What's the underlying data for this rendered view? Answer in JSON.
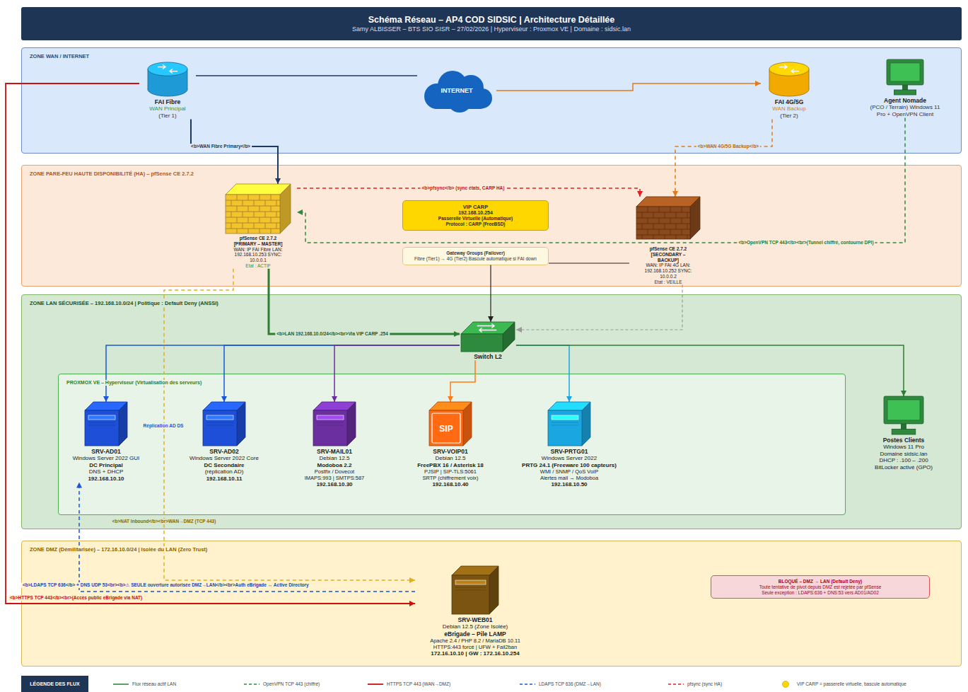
{
  "diagram": {
    "title": "Schéma Réseau – AP4 COD SIDSIC | Architecture Détaillée",
    "caption": "Samy ALBISSER – BTS SIO SISR – 27/02/2026 | Hyperviseur : Proxmox VE | Domaine : sidsic.lan",
    "nodes": [
      {
        "text": [
          "ZONE WAN / INTERNET"
        ]
      },
      {
        "text": [
          "FAI Fibre",
          "WAN Principal",
          "(Tier 1)"
        ],
        "in": 0
      },
      {
        "text": [
          "INTERNET"
        ],
        "in": 0
      },
      {
        "text": [
          "FAI 4G/5G",
          "WAN Backup",
          "(Tier 2)"
        ],
        "in": 0
      },
      {
        "text": [
          "Agent Nomade",
          "(PCO / Terrain) Windows 11 Pro + OpenVPN Client"
        ],
        "in": 0
      },
      {
        "text": [
          "ZONE PARE-FEU HAUTE DISPONIBILITÉ (HA) – pfSense CE 2.7.2"
        ]
      },
      {
        "text": [
          "pfSense CE 2.7.2 [PRIMARY – MASTER]",
          "WAN: IP FAI Fibre LAN: 192.168.10.253 SYNC: 10.0.0.1",
          "Etat : ACTIF"
        ],
        "in": 5
      },
      {
        "text": [
          "VIP CARP",
          "192.168.10.254",
          "Passerelle Virtuelle (Automatique)",
          "Protocol : CARP (FreeBSD)"
        ],
        "in": 5
      },
      {
        "text": [
          "Gateway Groups (Failover)",
          "Fibre (Tier1) → 4G (Tier2) Bascule automatique si FAI down"
        ],
        "in": 5
      },
      {
        "text": [
          "pfSense CE 2.7.2 [SECONDARY – BACKUP]",
          "WAN: IP FAI 4G LAN: 192.168.10.252 SYNC: 10.0.0.2",
          "Etat : VEILLE"
        ],
        "in": 5
      },
      {
        "text": [
          "ZONE LAN SÉCURISÉE – 192.168.10.0/24 | Politique : Default Deny (ANSSI)"
        ]
      },
      {
        "text": [
          "Switch L2"
        ],
        "in": 10
      },
      {
        "text": [
          "PROXMOX VE – Hyperviseur (Virtualisation des serveurs)"
        ],
        "in": 10
      },
      {
        "text": [
          "SRV-AD01",
          "Windows Server 2022 GUI",
          "DC Principal",
          "DNS + DHCP",
          "192.168.10.10"
        ],
        "in": 12
      },
      {
        "text": [
          "SRV-AD02",
          "Windows Server 2022 Core",
          "DC Secondaire",
          "(réplication AD)",
          "192.168.10.11"
        ],
        "in": 12
      },
      {
        "text": [
          "SRV-MAIL01",
          "Debian 12.5",
          "Modoboa 2.2",
          "Postfix / Dovecot",
          "IMAPS:993 | SMTPS:587",
          "192.168.10.30"
        ],
        "in": 12
      },
      {
        "text": [
          "SRV-VOIP01",
          "Debian 12.5",
          "FreePBX 16 / Asterisk 18",
          "PJSIP | SIP-TLS:5061",
          "SRTP (chiffrement voix)",
          "192.168.10.40"
        ],
        "in": 12
      },
      {
        "text": [
          "SRV-PRTG01",
          "Windows Server 2022",
          "PRTG 24.1 (Freeware 100 capteurs)",
          "WMI / SNMP / QoS VoIP",
          "Alertes mail → Modoboa",
          "192.168.10.50"
        ],
        "in": 12
      },
      {
        "text": [
          "Postes Clients",
          "Windows 11 Pro",
          "Domaine sidsic.lan",
          "DHCP : .100 – .200",
          "BitLocker activé (GPO)"
        ],
        "in": 10
      },
      {
        "text": [
          "ZONE DMZ (Démilitarisée) – 172.16.10.0/24 | Isolée du LAN (Zero Trust)"
        ]
      },
      {
        "text": [
          "SRV-WEB01",
          "Debian 12.5 (Zone Isolée)",
          "eBrigade – Pile LAMP",
          "Apache 2.4 / PHP 8.2 / MariaDB 10.11",
          "HTTPS:443 forcé | UFW + Fail2ban",
          "172.16.10.10 | GW : 172.16.10.254"
        ],
        "in": 19
      },
      {
        "text": [
          "BLOQUÉ – DMZ → LAN (Default Deny)",
          "Toute tentative de pivot depuis DMZ est rejetée par pfSense",
          "Seule exception : LDAPS:636 + DNS:53 vers AD01/AD02"
        ],
        "in": 19
      }
    ],
    "edges": [
      {
        "from": 1,
        "to": 2,
        "arrow": "none"
      },
      {
        "from": 2,
        "to": 3,
        "arrow": "to"
      },
      {
        "from": 1,
        "to": 6,
        "arrow": "to",
        "label": "<b>WAN Fibre Primary</b>"
      },
      {
        "from": 3,
        "to": 9,
        "arrow": "to",
        "label": "<b>WAN 4G/5G Backup</b>"
      },
      {
        "from": 6,
        "to": 9,
        "arrow": "to",
        "label": "<b>pfsync</b> (sync états, CARP HA)"
      },
      {
        "from": 4,
        "to": 6,
        "arrow": "to",
        "label": "<b>OpenVPN TCP 443</b><br>(Tunnel chiffré, contourne DPI)"
      },
      {
        "from": 6,
        "to": 11,
        "arrow": "to",
        "label": "<b>LAN 192.168.10.0/24</b><br>Via VIP CARP .254"
      },
      {
        "from": 9,
        "to": 11,
        "arrow": "to"
      },
      {
        "from": 8,
        "to": 11,
        "arrow": "to"
      },
      {
        "from": 9,
        "to": 8,
        "arrow": "none"
      },
      {
        "from": 11,
        "to": 13,
        "arrow": "to"
      },
      {
        "from": 11,
        "to": 14,
        "arrow": "to"
      },
      {
        "from": 11,
        "to": 15,
        "arrow": "to"
      },
      {
        "from": 11,
        "to": 16,
        "arrow": "to"
      },
      {
        "from": 11,
        "to": 17,
        "arrow": "to"
      },
      {
        "from": 11,
        "to": 18,
        "arrow": "to"
      },
      {
        "from": 13,
        "to": 14,
        "arrow": "to",
        "label": "Réplication AD DS"
      },
      {
        "from": 1,
        "to": 20,
        "arrow": "to",
        "label": "<b>HTTPS TCP 443</b><br>(Accès public eBrigade via NAT)"
      },
      {
        "from": 6,
        "to": 20,
        "arrow": "to",
        "label": "<b>NAT Inbound</b><br>WAN→DMZ (TCP 443)"
      },
      {
        "from": 20,
        "to": 13,
        "arrow": "to",
        "label": "<b>LDAPS TCP 636</b> + DNS UDP 53<br><b>⚠ SEULE ouverture autorisée DMZ→LAN</b><br>Auth eBrigade ↔ Active Directory"
      }
    ],
    "labels": [
      "SIP",
      "LÉGENDE DES FLUX"
    ],
    "legend": [
      {
        "text": "Flux réseau actif LAN"
      },
      {
        "text": "OpenVPN TCP 443 (chiffré)"
      },
      {
        "text": "HTTPS TCP 443 (WAN→DMZ)"
      },
      {
        "text": "LDAPS TCP 636 (DMZ→LAN)"
      },
      {
        "text": "pfsync (sync HA)"
      },
      {
        "text": "VIP CARP = passerelle virtuelle, bascule automatique",
        "color": "#ffd700"
      }
    ]
  }
}
